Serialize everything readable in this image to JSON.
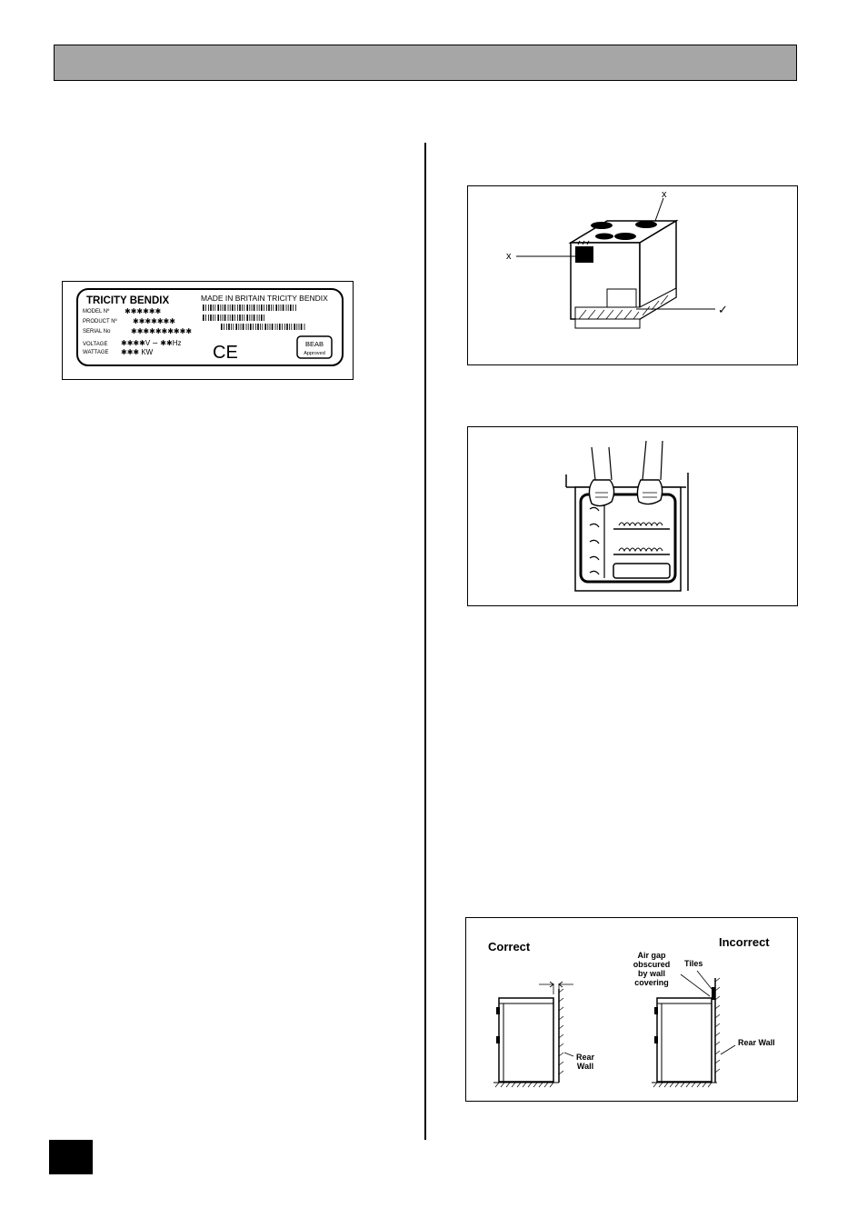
{
  "rating_plate": {
    "brand": "TRICITY BENDIX",
    "made_in": "MADE IN BRITAIN  TRICITY BENDIX",
    "model_label": "MODEL  Nº",
    "model_value": "✱✱✱✱✱✱",
    "product_label": "PRODUCT  Nº",
    "product_value": "✱✱✱✱✱✱✱",
    "serial_label": "SERIAL   No",
    "serial_value": "✱✱✱✱✱✱✱✱✱✱",
    "voltage_label": "VOLTAGE",
    "voltage_value": "✱✱✱✱V ∼ ✱✱Hz",
    "wattage_label": "WATTAGE",
    "wattage_value": "✱✱✱ KW",
    "ce_mark": "CE",
    "beab_line1": "BEAB",
    "beab_line2": "Approved"
  },
  "lifting_figure": {
    "mark_wrong": "x",
    "mark_right": "✓"
  },
  "wall_figure": {
    "correct_label": "Correct",
    "incorrect_label": "Incorrect",
    "air_gap_line1": "Air gap",
    "air_gap_line2": "obscured",
    "air_gap_line3": "by wall",
    "air_gap_line4": "covering",
    "tiles_label": "Tiles",
    "rear_wall_left_line1": "Rear",
    "rear_wall_left_line2": "Wall",
    "rear_wall_right": "Rear Wall"
  }
}
